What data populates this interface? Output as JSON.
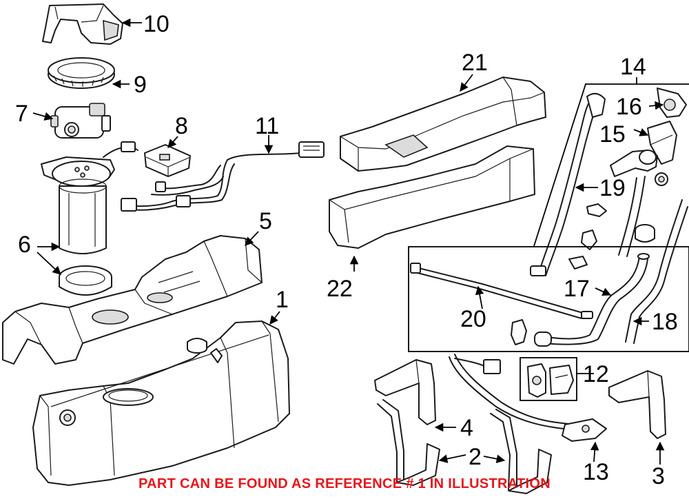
{
  "diagram": {
    "callouts": {
      "c1": "1",
      "c2": "2",
      "c3": "3",
      "c4": "4",
      "c5": "5",
      "c6": "6",
      "c7": "7",
      "c8": "8",
      "c9": "9",
      "c10": "10",
      "c11": "11",
      "c12": "12",
      "c13": "13",
      "c14": "14",
      "c15": "15",
      "c16": "16",
      "c17": "17",
      "c18": "18",
      "c19": "19",
      "c20": "20",
      "c21": "21",
      "c22": "22"
    }
  },
  "notice": {
    "text": "PART CAN BE FOUND AS REFERENCE # 1 IN ILLUSTRATION",
    "color": "#e8141a"
  }
}
